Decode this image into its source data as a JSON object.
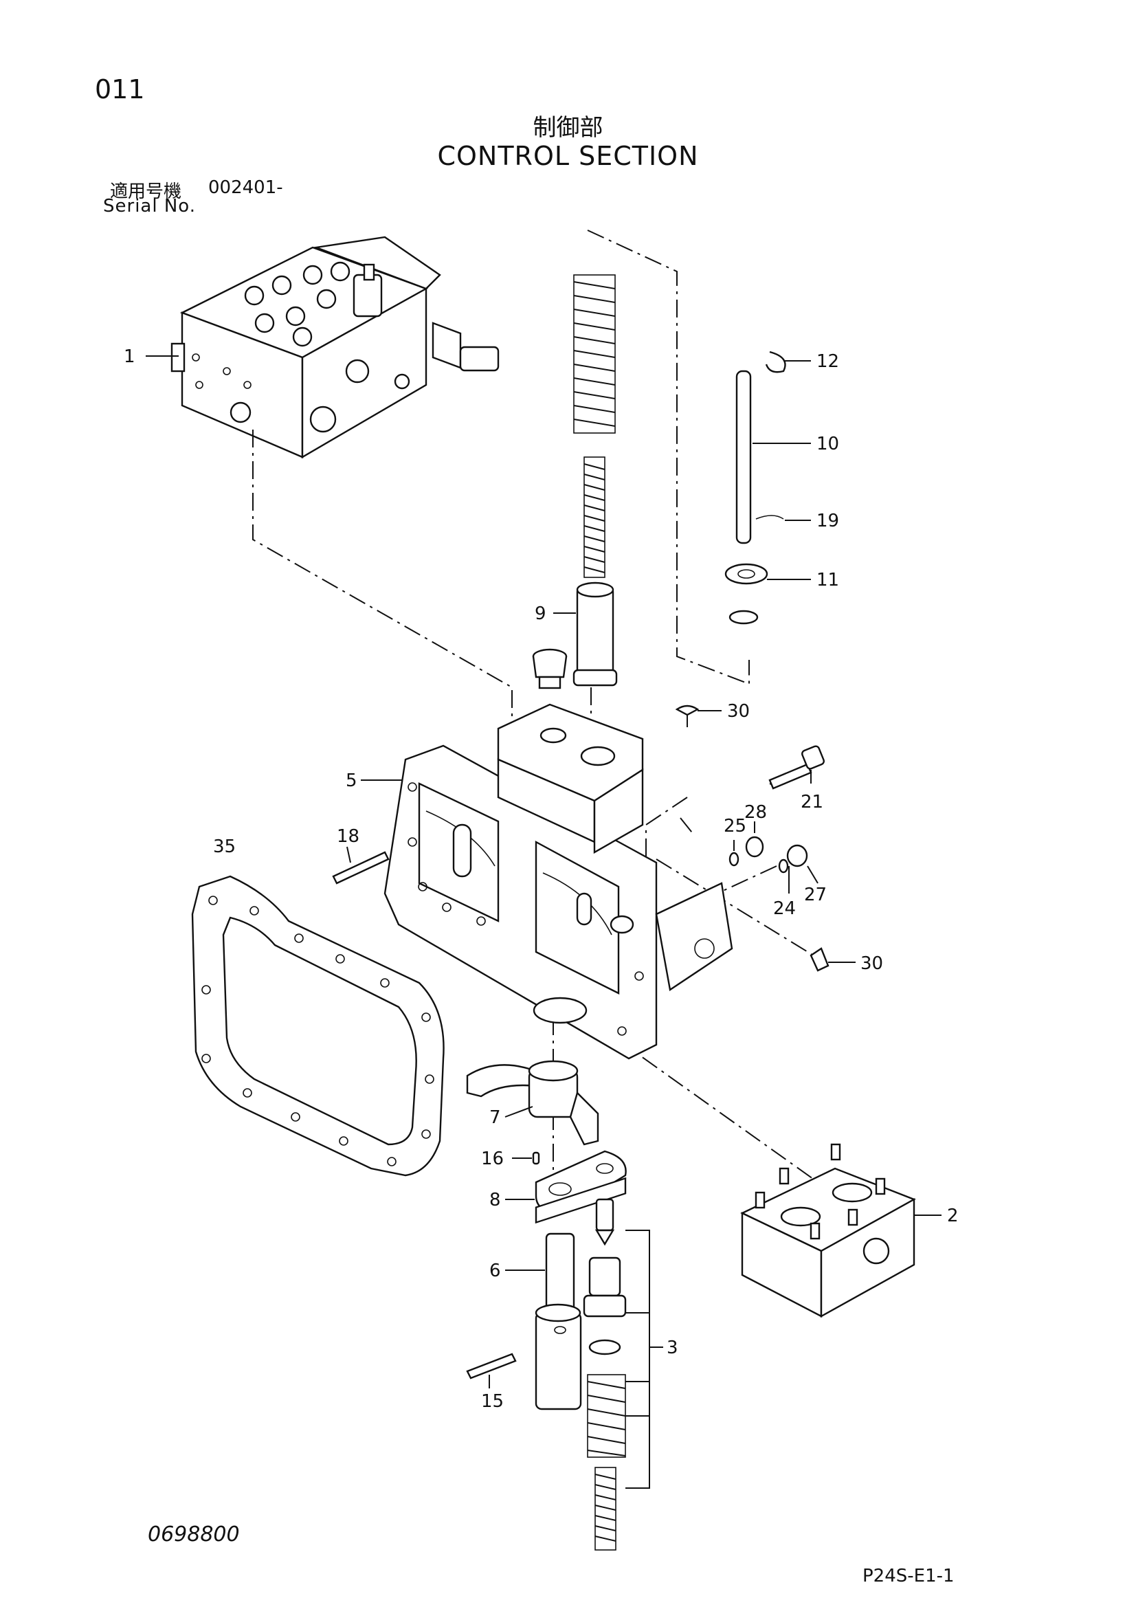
{
  "header": {
    "page_number": "011",
    "title_jp": "制御部",
    "title_en": "CONTROL SECTION",
    "serial_label_jp": "適用号機",
    "serial_value": "002401-",
    "serial_label_en": "Serial No."
  },
  "callouts": [
    {
      "label": "1"
    },
    {
      "label": "12"
    },
    {
      "label": "10"
    },
    {
      "label": "19"
    },
    {
      "label": "11"
    },
    {
      "label": "9"
    },
    {
      "label": "30"
    },
    {
      "label": "5"
    },
    {
      "label": "21"
    },
    {
      "label": "28"
    },
    {
      "label": "25"
    },
    {
      "label": "18"
    },
    {
      "label": "35"
    },
    {
      "label": "27"
    },
    {
      "label": "24"
    },
    {
      "label": "30"
    },
    {
      "label": "7"
    },
    {
      "label": "16"
    },
    {
      "label": "8"
    },
    {
      "label": "2"
    },
    {
      "label": "6"
    },
    {
      "label": "3"
    },
    {
      "label": "15"
    }
  ],
  "footer": {
    "drawing_code": "0698800",
    "page_code": "P24S-E1-1"
  }
}
